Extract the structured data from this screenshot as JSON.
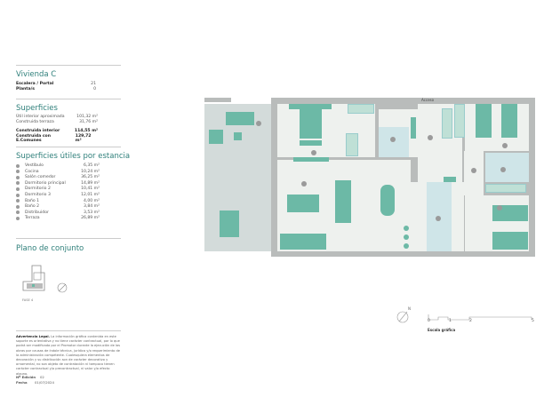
{
  "unit": {
    "title": "Vivienda C",
    "rows": [
      {
        "label": "Escalera / Portal",
        "value": "21"
      },
      {
        "label": "Planta/s",
        "value": "0"
      }
    ]
  },
  "surfaces": {
    "title": "Superficies",
    "rows": [
      {
        "label": "Útil interior aproximada",
        "value": "101,32 m²"
      },
      {
        "label": "Construida terraza",
        "value": "31,76 m²"
      }
    ],
    "bold_rows": [
      {
        "label": "Construida interior",
        "value": "114,55 m²"
      },
      {
        "label": "Construida con E.Comunes",
        "value": "129,72 m²"
      }
    ]
  },
  "rooms": {
    "title": "Superficies útiles por estancia",
    "items": [
      {
        "label": "Vestíbulo",
        "value": "6,35 m²"
      },
      {
        "label": "Cocina",
        "value": "10,24 m²"
      },
      {
        "label": "Salón comedor",
        "value": "36,25 m²"
      },
      {
        "label": "Dormitorio principal",
        "value": "14,89 m²"
      },
      {
        "label": "Dormitorio 2",
        "value": "10,41 m²"
      },
      {
        "label": "Dormitorio 3",
        "value": "12,01 m²"
      },
      {
        "label": "Baño 1",
        "value": "4,00 m²"
      },
      {
        "label": "Baño 2",
        "value": "3,84 m²"
      },
      {
        "label": "Distribuidor",
        "value": "3,53 m²"
      },
      {
        "label": "Terraza",
        "value": "26,89 m²"
      }
    ]
  },
  "site": {
    "title": "Plano de conjunto",
    "phase": "FASE 4"
  },
  "legal": {
    "lead": "Advertencia Legal.",
    "text": "La información gráfica contenida en este soporte es orientativa y no tiene carácter contractual, por lo que podrá ser modificada por el Promotor durante la ejecución de las obras por causas de índole técnica, jurídica y/o requerimiento de la administración competente. Cualesquiera elementos de decoración y su distribución son de carácter decorativo y ornamental, no son objeto de contratación ni tampoco tienen carácter contractual y/o precontractual, ni valor y/o efecto alguno.",
    "edition_label": "Nº Edición",
    "edition": "02",
    "date_label": "Fecha",
    "date": "01/07/2024"
  },
  "plan": {
    "access_label": "Acceso",
    "north": "N",
    "scale": {
      "ticks": [
        "0",
        "1",
        "2",
        "5"
      ],
      "label": "Escala gráfica"
    }
  },
  "colors": {
    "accent": "#2e7f7a",
    "furniture": "#6cb9a6",
    "wet": "#cfe5e8",
    "terrace": "#d3dbda"
  }
}
